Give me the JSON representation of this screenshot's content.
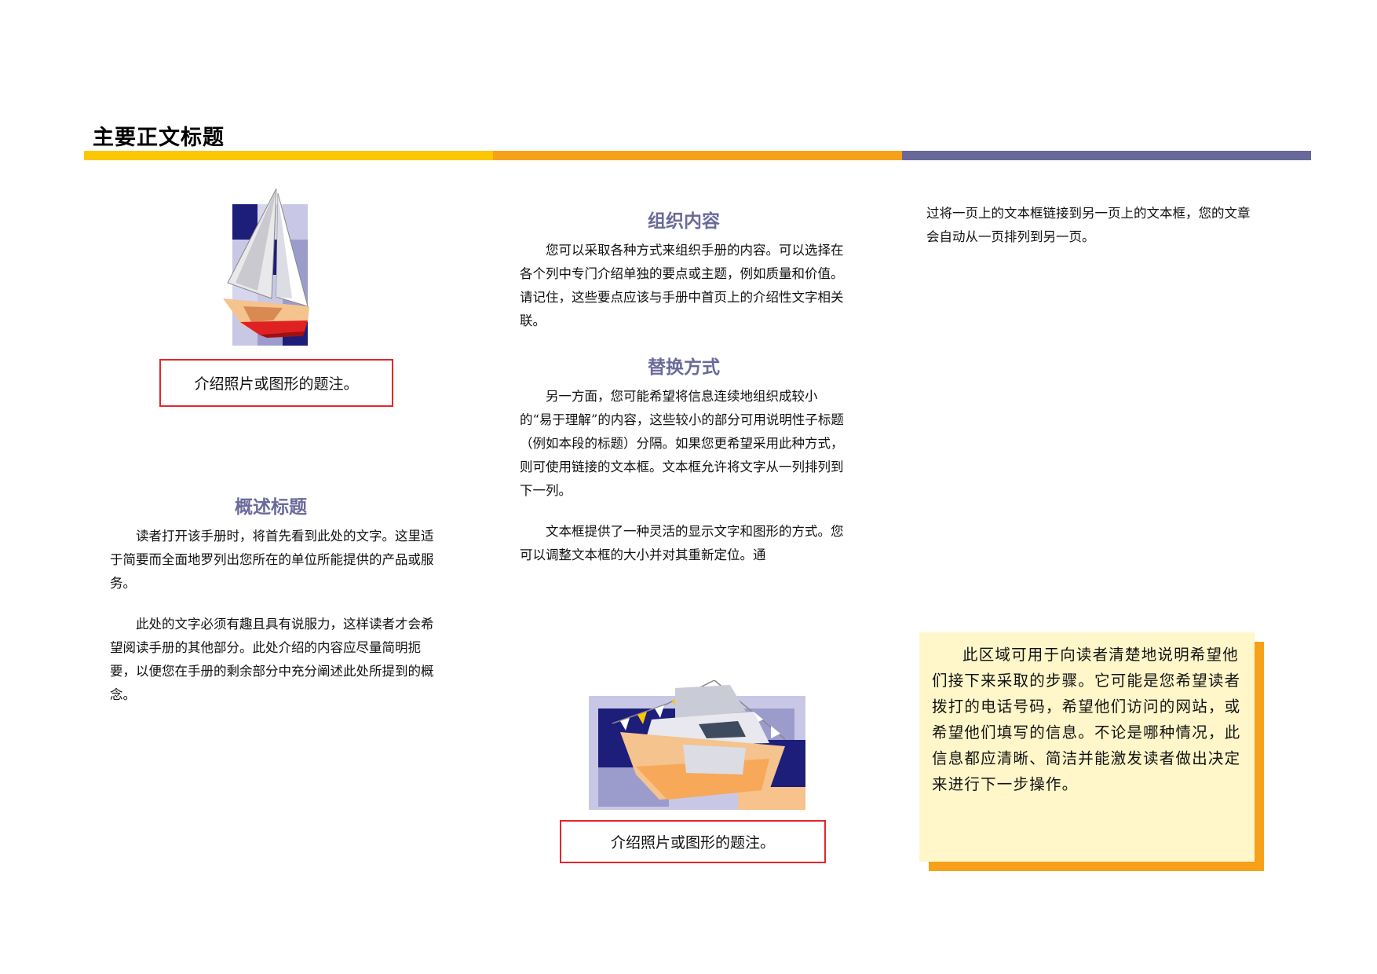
{
  "header": {
    "title": "主要正文标题",
    "rule_colors": [
      "#fcc600",
      "#f7a11a",
      "#68689a"
    ]
  },
  "left_column": {
    "caption": "介绍照片或图形的题注。",
    "heading": "概述标题",
    "paragraphs": [
      "读者打开该手册时，将首先看到此处的文字。这里适于简要而全面地罗列出您所在的单位所能提供的产品或服务。",
      "此处的文字必须有趣且具有说服力，这样读者才会希望阅读手册的其他部分。此处介绍的内容应尽量简明扼要，以便您在手册的剩余部分中充分阐述此处所提到的概念。"
    ]
  },
  "middle_column": {
    "heading1": "组织内容",
    "paragraph1": "您可以采取各种方式来组织手册的内容。可以选择在各个列中专门介绍单独的要点或主题，例如质量和价值。请记住，这些要点应该与手册中首页上的介绍性文字相关联。",
    "heading2": "替换方式",
    "paragraph2": "另一方面，您可能希望将信息连续地组织成较小的“易于理解”的内容，这些较小的部分可用说明性子标题（例如本段的标题）分隔。如果您更希望采用此种方式，则可使用链接的文本框。文本框允许将文字从一列排列到下一列。",
    "paragraph3": "文本框提供了一种灵活的显示文字和图形的方式。您可以调整文本框的大小并对其重新定位。通",
    "caption": "介绍照片或图形的题注。"
  },
  "right_column": {
    "continuation": "过将一页上的文本框链接到另一页上的文本框，您的文章会自动从一页排列到另一页。",
    "callout": "此区域可用于向读者清楚地说明希望他们接下来采取的步骤。它可能是您希望读者拨打的电话号码，希望他们访问的网站，或希望他们填写的信息。不论是哪种情况，此信息都应清晰、简洁并能激发读者做出决定来进行下一步操作。",
    "callout_colors": {
      "fill": "#fff7c9",
      "shadow": "#f7a11a"
    }
  },
  "icons": [
    "sailboat-clipart",
    "motorboat-clipart"
  ]
}
